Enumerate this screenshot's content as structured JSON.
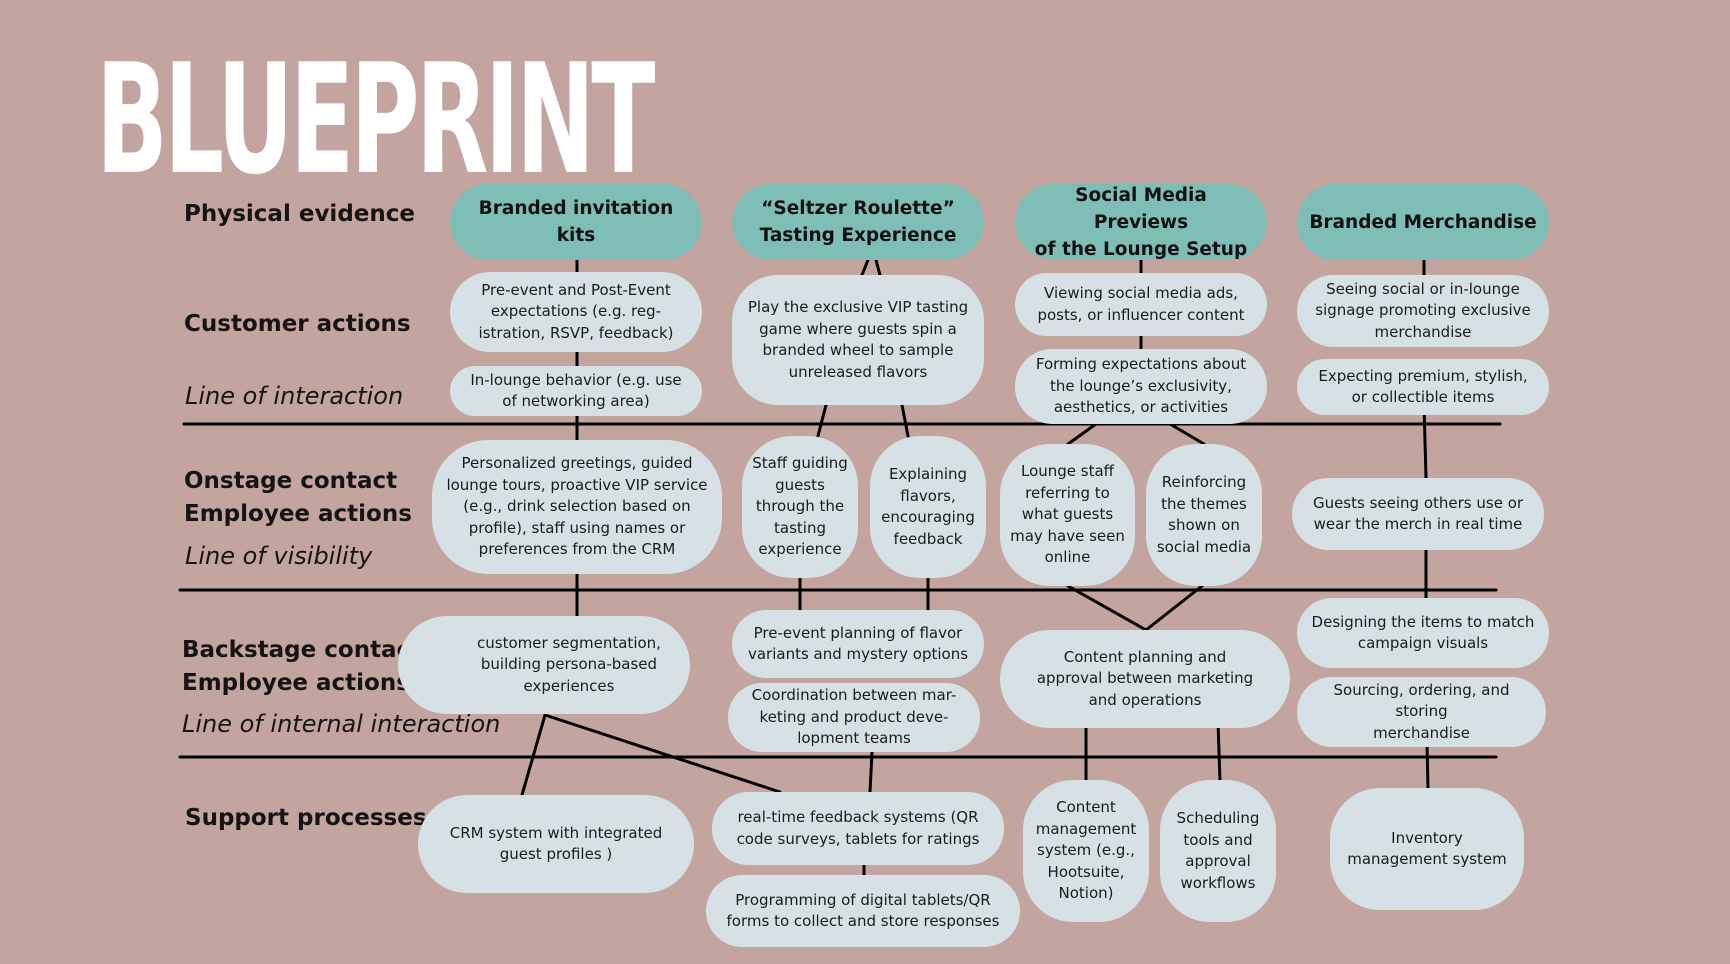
{
  "title": "BLUEPRINT",
  "rows": {
    "physical_evidence": "Physical evidence",
    "customer_actions": "Customer actions",
    "onstage_line1": "Onstage contact",
    "onstage_line2": "Employee actions",
    "backstage_line1": "Backstage contact",
    "backstage_line2": "Employee actions",
    "support_processes": "Support processes"
  },
  "lines": {
    "interaction": "Line of interaction",
    "visibility": "Line of visibility",
    "internal": "Line of internal interaction"
  },
  "evidence": {
    "invitation": "Branded invitation kits",
    "roulette": "“Seltzer Roulette”\nTasting Experience",
    "social": "Social Media Previews\nof the Lounge Setup",
    "merch": "Branded Merchandise"
  },
  "customer": {
    "c1a": "Pre-event and Post-Event\nexpectations (e.g. reg-\nistration, RSVP, feedback)",
    "c1b": "In-lounge behavior (e.g. use\nof networking area)",
    "c2": "Play the exclusive VIP tasting\ngame where guests spin a\nbranded wheel to sample\nunreleased flavors",
    "c3a": "Viewing social media ads,\nposts, or influencer content",
    "c3b": "Forming expectations about\nthe lounge’s exclusivity,\naesthetics, or activities",
    "c4a": "Seeing social or in-lounge\nsignage promoting exclusive\nmerchandise",
    "c4b": "Expecting premium, stylish,\nor collectible items"
  },
  "onstage": {
    "o1": "Personalized greetings, guided\nlounge tours, proactive VIP service\n(e.g., drink selection based on\nprofile), staff using names or\npreferences from the CRM",
    "o2a": "Staff guiding\nguests\nthrough the\ntasting\nexperience",
    "o2b": "Explaining\nflavors,\nencouraging\nfeedback",
    "o3a": "Lounge staff\nreferring to\nwhat guests\nmay have seen\nonline",
    "o3b": "Reinforcing\nthe themes\nshown on\nsocial media",
    "o4": "Guests seeing others use or\nwear the merch in real time"
  },
  "backstage": {
    "b1": "customer segmentation,\nbuilding persona-based\nexperiences",
    "b2a": "Pre-event planning of flavor\nvariants and mystery options",
    "b2b": "Coordination between mar-\nketing and product deve-\nlopment teams",
    "b3": "Content planning and\napproval between marketing\nand operations",
    "b4a": "Designing the items to match\ncampaign visuals",
    "b4b": "Sourcing, ordering, and storing\nmerchandise"
  },
  "support": {
    "s1": "CRM system with integrated\nguest profiles )",
    "s2a": "real-time feedback systems (QR\ncode surveys, tablets for ratings",
    "s2b": "Programming of digital tablets/QR\nforms to collect and store responses",
    "s3a": "Content\nmanagement\nsystem (e.g.,\nHootsuite,\nNotion)",
    "s3b": "Scheduling\ntools and\napproval\nworkflows",
    "s4": "Inventory\nmanagement system"
  },
  "colors": {
    "background": "#c4a49f",
    "header_node": "#7fbdb7",
    "node": "#d6e1e6",
    "line": "#000000"
  }
}
